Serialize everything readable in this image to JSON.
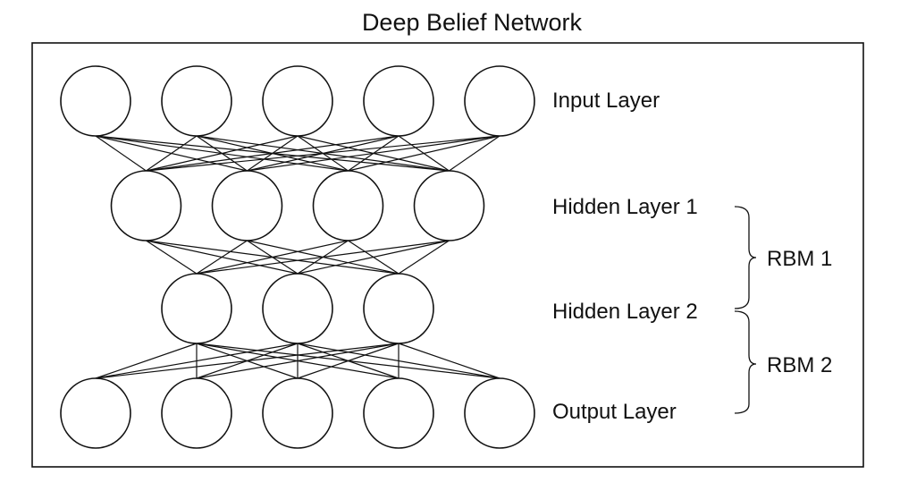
{
  "title": "Deep Belief Network",
  "layers": [
    {
      "label": "Input Layer",
      "units": 5
    },
    {
      "label": "Hidden Layer 1",
      "units": 4
    },
    {
      "label": "Hidden Layer 2",
      "units": 3
    },
    {
      "label": "Output Layer",
      "units": 5
    }
  ],
  "groups": [
    {
      "label": "RBM 1",
      "from_layer": 1,
      "to_layer": 2
    },
    {
      "label": "RBM 2",
      "from_layer": 2,
      "to_layer": 3
    }
  ],
  "connections": "fully-connected",
  "colors": {
    "stroke": "#111111",
    "background": "#ffffff"
  }
}
